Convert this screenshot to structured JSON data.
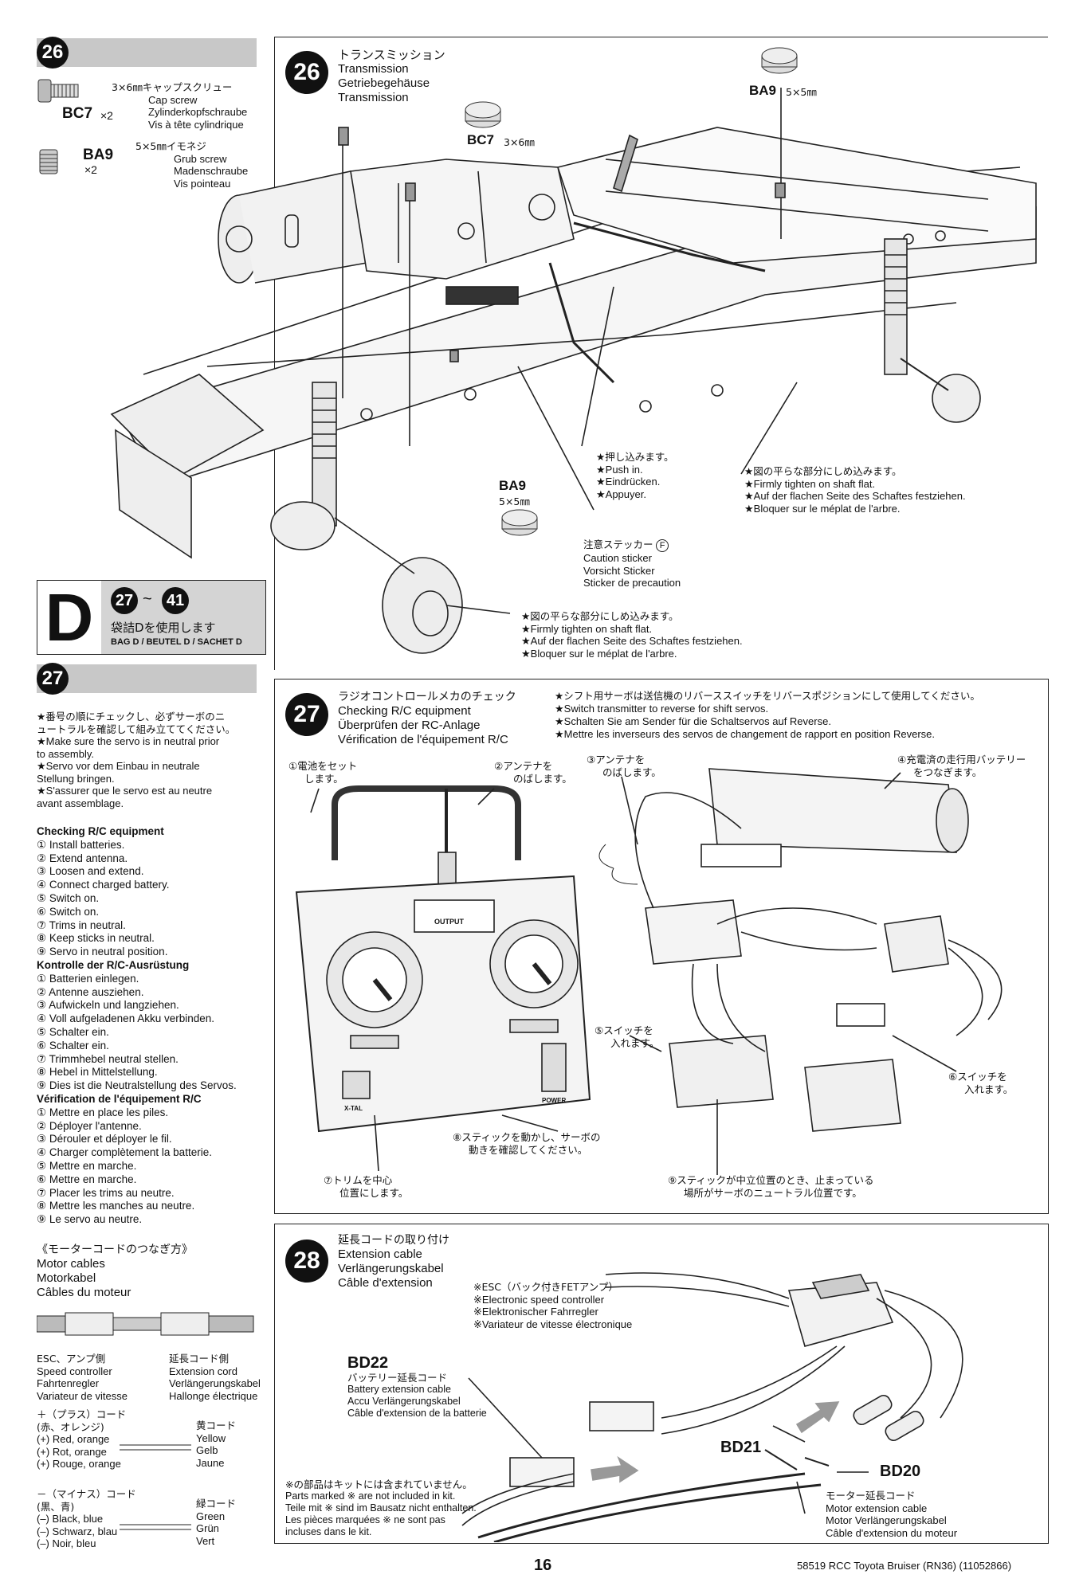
{
  "step26": {
    "num": "26",
    "parts": [
      {
        "code": "BC7",
        "qty": "×2",
        "lines": [
          "3×6㎜キャップスクリュー",
          "Cap screw",
          "Zylinderkopfschraube",
          "Vis à tête cylindrique"
        ]
      },
      {
        "code": "BA9",
        "qty": "×2",
        "lines": [
          "5×5㎜イモネジ",
          "Grub screw",
          "Madenschraube",
          "Vis pointeau"
        ]
      }
    ],
    "title": [
      "トランスミッション",
      "Transmission",
      "Getriebegehäuse",
      "Transmission"
    ],
    "callouts": {
      "ba9_top": "BA9",
      "ba9_top_size": "5×5㎜",
      "bc7": "BC7",
      "bc7_size": "3×6㎜",
      "ba9_mid": "BA9",
      "ba9_mid_size": "5×5㎜",
      "push": [
        "★押し込みます。",
        "★Push in.",
        "★Eindrücken.",
        "★Appuyer."
      ],
      "flat1": [
        "★図の平らな部分にしめ込みます。",
        "★Firmly tighten on shaft flat.",
        "★Auf der flachen Seite des Schaftes festziehen.",
        "★Bloquer sur le méplat de l'arbre."
      ],
      "sticker": [
        "注意ステッカー",
        "Caution sticker",
        "Vorsicht Sticker",
        "Sticker de precaution"
      ],
      "sticker_mark": "F",
      "flat2": [
        "★図の平らな部分にしめ込みます。",
        "★Firmly tighten on shaft flat.",
        "★Auf der flachen Seite des Schaftes festziehen.",
        "★Bloquer sur le méplat de l'arbre."
      ]
    }
  },
  "bagD": {
    "letter": "D",
    "from": "27",
    "tilde": "~",
    "to": "41",
    "ja": "袋詰Dを使用します",
    "en": "BAG D / BEUTEL D / SACHET D"
  },
  "step27": {
    "num": "27",
    "left_notes": [
      "★番号の順にチェックし、必ずサーボのニ",
      "ュートラルを確認して組み立ててください。",
      "★Make sure the servo is in neutral prior",
      "to assembly.",
      "★Servo vor dem Einbau in neutrale",
      "Stellung bringen.",
      "★S'assurer que le servo est au neutre",
      "avant assemblage."
    ],
    "en_title": "Checking R/C equipment",
    "en_steps": [
      "① Install batteries.",
      "② Extend antenna.",
      "③ Loosen and extend.",
      "④ Connect charged battery.",
      "⑤ Switch on.",
      "⑥ Switch on.",
      "⑦ Trims in neutral.",
      "⑧ Keep sticks in neutral.",
      "⑨ Servo in neutral position."
    ],
    "de_title": "Kontrolle der R/C-Ausrüstung",
    "de_steps": [
      "① Batterien einlegen.",
      "② Antenne ausziehen.",
      "③ Aufwickeln und langziehen.",
      "④ Voll aufgeladenen Akku verbinden.",
      "⑤ Schalter ein.",
      "⑥ Schalter ein.",
      "⑦ Trimmhebel neutral stellen.",
      "⑧ Hebel in Mittelstellung.",
      "⑨ Dies ist die Neutralstellung des Servos."
    ],
    "fr_title": "Vérification de l'équipement R/C",
    "fr_steps": [
      "① Mettre en place les piles.",
      "② Déployer l'antenne.",
      "③ Dérouler et déployer le fil.",
      "④ Charger complètement la batterie.",
      "⑤ Mettre en marche.",
      "⑥ Mettre en marche.",
      "⑦ Placer les trims au neutre.",
      "⑧ Mettre les manches au neutre.",
      "⑨ Le servo au neutre."
    ],
    "title": [
      "ラジオコントロールメカのチェック",
      "Checking R/C equipment",
      "Überprüfen der RC-Anlage",
      "Vérification de l'équipement R/C"
    ],
    "shift_note": [
      "★シフト用サーボは送信機のリバーススイッチをリバースポジションにして使用してください。",
      "★Switch transmitter to reverse for shift servos.",
      "★Schalten Sie am Sender für die  Schaltservos auf Reverse.",
      "★Mettre les inverseurs des servos de changement de rapport en position Reverse."
    ],
    "c1": [
      "①電池をセット",
      "します。"
    ],
    "c2": [
      "②アンテナを",
      "のばします。"
    ],
    "c3": [
      "③アンテナを",
      "のばします。"
    ],
    "c4": [
      "④充電済の走行用バッテリー",
      "をつなぎます。"
    ],
    "c5": [
      "⑤スイッチを",
      "入れます。"
    ],
    "c6": [
      "⑥スイッチを",
      "入れます。"
    ],
    "c7": [
      "⑦トリムを中心",
      "位置にします。"
    ],
    "c8": [
      "⑧スティックを動かし、サーボの",
      "動きを確認してください。"
    ],
    "c9": [
      "⑨スティックが中立位置のとき、止まっている",
      "場所がサーボのニュートラル位置です。"
    ],
    "tx_output": "OUTPUT",
    "tx_xtal": "X-TAL",
    "tx_power": "POWER"
  },
  "motor": {
    "title_ja": "《モーターコードのつなぎ方》",
    "title": [
      "Motor cables",
      "Motorkabel",
      "Câbles du moteur"
    ],
    "esc_side": [
      "ESC、アンプ側",
      "Speed controller",
      "Fahrtenregler",
      "Variateur de vitesse"
    ],
    "ext_side": [
      "延長コード側",
      "Extension cord",
      "Verlängerungskabel",
      "Hallonge électrique"
    ],
    "plus": [
      "＋（プラス）コード",
      "(赤、オレンジ)",
      "(+) Red, orange",
      "(+) Rot, orange",
      "(+) Rouge, orange"
    ],
    "yellow": [
      "黄コード",
      "Yellow",
      "Gelb",
      "Jaune"
    ],
    "minus": [
      "－（マイナス）コード",
      "(黒、青)",
      "(–) Black, blue",
      "(–) Schwarz, blau",
      "(–) Noir, bleu"
    ],
    "green": [
      "緑コード",
      "Green",
      "Grün",
      "Vert"
    ]
  },
  "step28": {
    "num": "28",
    "title": [
      "延長コードの取り付け",
      "Extension cable",
      "Verlängerungskabel",
      "Câble d'extension"
    ],
    "esc": [
      "※ESC（バック付きFETアンプ）",
      "※Electronic speed controller",
      "※Elektronischer Fahrregler",
      "※Variateur de vitesse électronique"
    ],
    "bd22_code": "BD22",
    "bd22": [
      "バッテリー延長コード",
      "Battery extension cable",
      "Accu Verlängerungskabel",
      "Câble d'extension de la batterie"
    ],
    "bd21_code": "BD21",
    "bd20_code": "BD20",
    "motor_ext": [
      "モーター延長コード",
      "Motor extension cable",
      "Motor Verlängerungskabel",
      "Câble d'extension du moteur"
    ],
    "not_incl": [
      "※の部品はキットには含まれていません。",
      "Parts marked ※ are not included in kit.",
      "Teile mit ※ sind im Bausatz nicht enthalten.",
      "Les pièces marquées ※ ne sont pas",
      "incluses dans le kit."
    ]
  },
  "footer": {
    "page": "16",
    "model": "58519 RCC Toyota Bruiser (RN36) (11052866)"
  }
}
